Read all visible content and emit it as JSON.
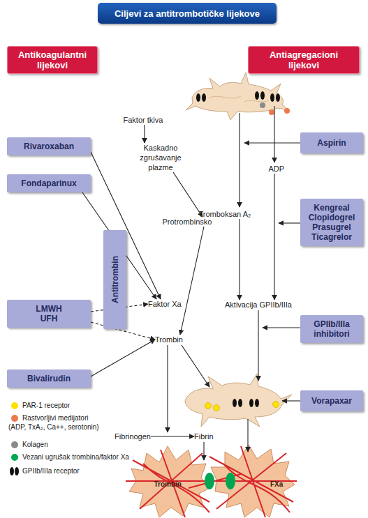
{
  "diagram": {
    "title": "Ciljevi za antitrombotičke lijekove",
    "nodes": [
      {
        "text": [
          "Antikoagulantni lijekovi"
        ]
      },
      {
        "text": [
          "Antiagregacioni lijekovi"
        ]
      },
      {
        "text": [
          "Faktor tkiva"
        ]
      },
      {
        "text": [
          "Aspirin"
        ]
      },
      {
        "text": [
          "Rivaroxaban"
        ]
      },
      {
        "text": [
          "Kaskadno zgrušavanje plazme"
        ]
      },
      {
        "text": [
          "ADP"
        ]
      },
      {
        "text": [
          "Fondaparinux"
        ]
      },
      {
        "text": [
          "Kengreal Clopidogrel Prasugrel Ticagrelor"
        ]
      },
      {
        "text": [
          "Tromboksan A₂"
        ]
      },
      {
        "text": [
          "Protrombinsko"
        ]
      },
      {
        "text": [
          "Antitrombin"
        ]
      },
      {
        "text": [
          "LMWH UFH"
        ]
      },
      {
        "text": [
          "Faktor Xa"
        ]
      },
      {
        "text": [
          "Aktivacija GPIIb/IIIa"
        ]
      },
      {
        "text": [
          "GPIIb/IIIa inhibitori"
        ]
      },
      {
        "text": [
          "Trombin"
        ]
      },
      {
        "text": [
          "Bivalirudin"
        ]
      },
      {
        "text": [
          "Vorapaxar"
        ]
      },
      {
        "text": [
          "Fibrinogen"
        ]
      },
      {
        "text": [
          "Fibrin"
        ]
      }
    ],
    "edges": [
      {
        "from": 2,
        "to": 5,
        "arrow": "to"
      },
      {
        "from": 5,
        "to": 10,
        "arrow": "to"
      },
      {
        "from": 10,
        "to": 16,
        "arrow": "to"
      },
      {
        "from": 4,
        "to": 13,
        "arrow": "to"
      },
      {
        "from": 7,
        "to": 13,
        "arrow": "to"
      },
      {
        "from": 12,
        "to": 13,
        "arrow": "to"
      },
      {
        "from": 12,
        "to": 16,
        "arrow": "to"
      },
      {
        "from": 17,
        "to": 16,
        "arrow": "to"
      },
      {
        "from": 6,
        "to": 14,
        "arrow": "to"
      },
      {
        "from": 9,
        "to": 14,
        "arrow": "to"
      },
      {
        "from": 19,
        "to": 20,
        "arrow": "to"
      }
    ],
    "labels": [
      "Trombin",
      "FXa"
    ],
    "legend": [
      {
        "text": "PAR-1 receptor",
        "color": "#ffe000"
      },
      {
        "text": "Rastvorljivi medijatori (ADP, TxA₂, Ca++, serotonin)",
        "color": "#ec7a4e"
      },
      {
        "text": "Kolagen",
        "color": "#8a8a8a"
      },
      {
        "text": "Vezani ugrušak trombina/faktor Xa",
        "color": "#00a651"
      },
      {
        "text": "GPIIb/IIIa receptor",
        "color": "#111111"
      }
    ]
  }
}
